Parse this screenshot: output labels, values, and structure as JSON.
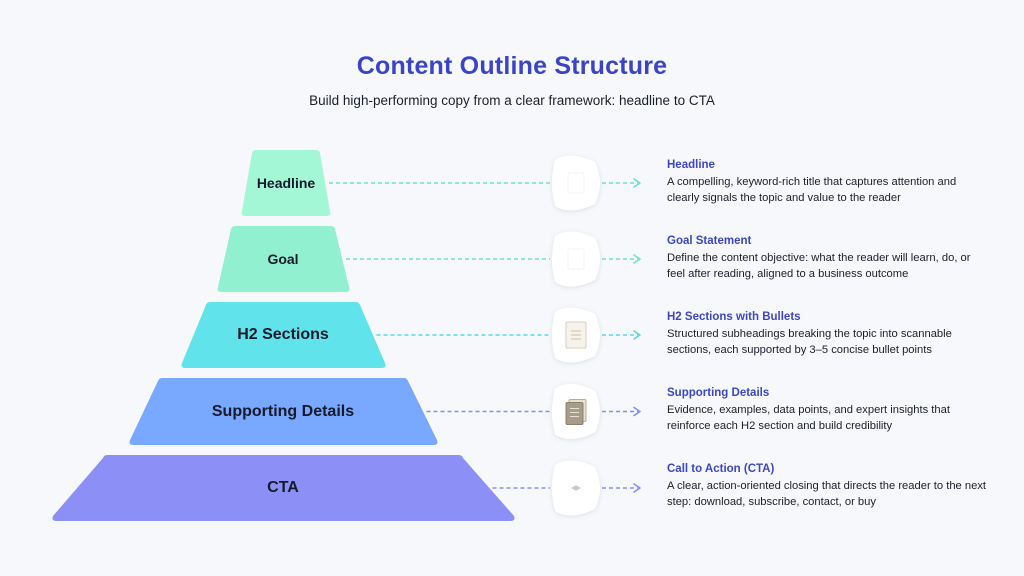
{
  "header": {
    "title": "Content Outline Structure",
    "subtitle": "Build high-performing copy from a clear framework: headline to CTA"
  },
  "tiers": [
    {
      "label": "Headline",
      "color": "#a3f7d6",
      "icon": "blank-page-icon",
      "desc_title": "Headline",
      "desc_text": "A compelling, keyword-rich title that captures attention and clearly signals the topic and value to the reader"
    },
    {
      "label": "Goal",
      "color": "#90f0cf",
      "icon": "blank-page-icon",
      "desc_title": "Goal Statement",
      "desc_text": "Define the content objective: what the reader will learn, do, or feel after reading, aligned to a business outcome"
    },
    {
      "label": "H2 Sections",
      "color": "#60e3ea",
      "icon": "document-icon",
      "desc_title": "H2 Sections with Bullets",
      "desc_text": "Structured subheadings breaking the topic into scannable sections, each supported by 3–5 concise bullet points"
    },
    {
      "label": "Supporting Details",
      "color": "#78a8ff",
      "icon": "stacked-documents-icon",
      "desc_title": "Supporting Details",
      "desc_text": "Evidence, examples, data points, and expert insights that reinforce each H2 section and build credibility"
    },
    {
      "label": "CTA",
      "color": "#8c8ff5",
      "icon": "small-mark-icon",
      "desc_title": "Call to Action (CTA)",
      "desc_text": "A clear, action-oriented closing that directs the reader to the next step: download, subscribe, contact, or buy"
    }
  ],
  "connector_colors": [
    "#6ce3cf",
    "#6ce3cf",
    "#5ad7e6",
    "#7c93ee",
    "#8c8ff5"
  ]
}
